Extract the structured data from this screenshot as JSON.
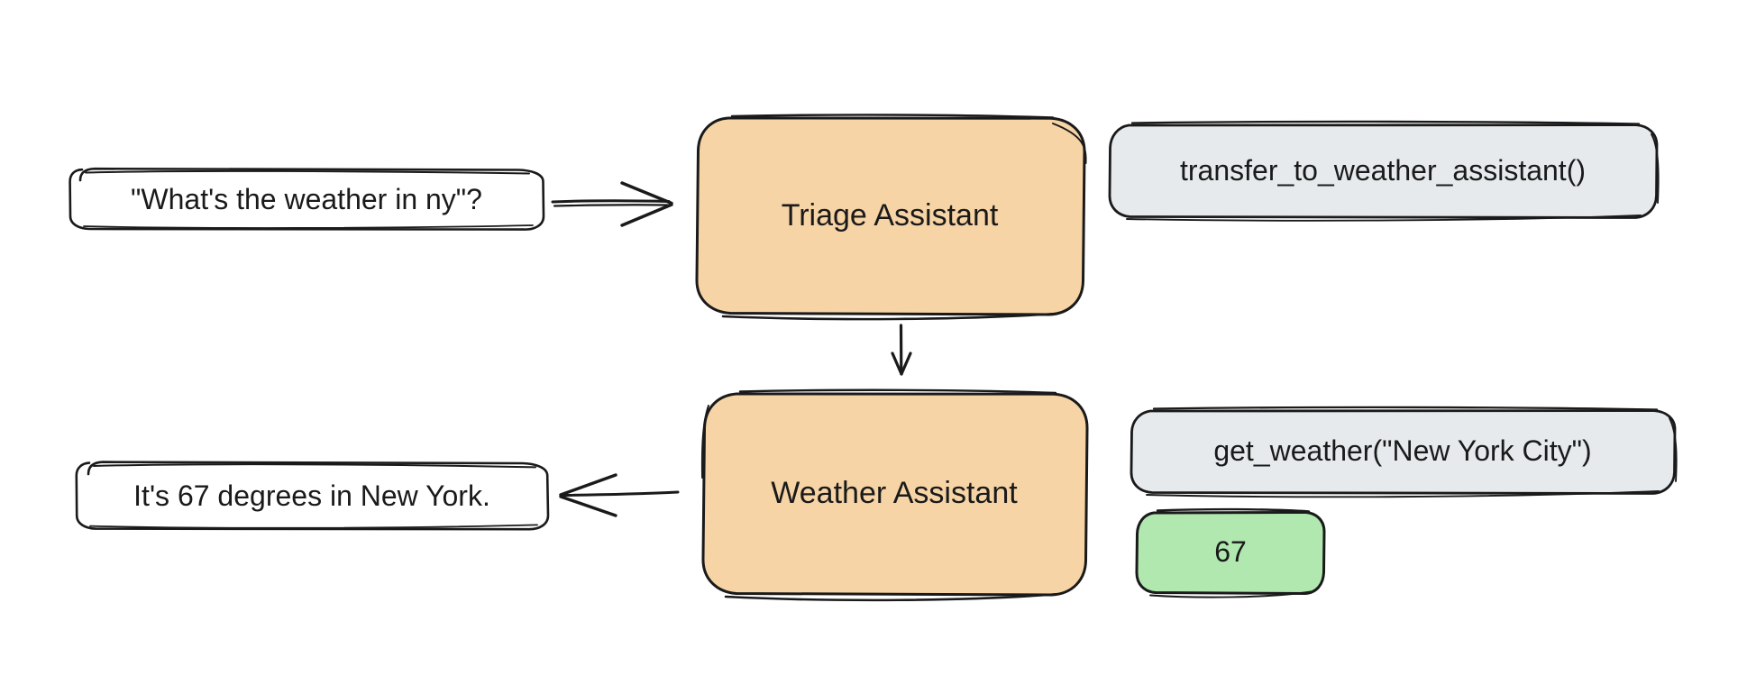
{
  "diagram": {
    "title": "Triage to Weather Assistant handoff flow",
    "background": "#ffffff",
    "stroke_color": "#1a1a1a",
    "palette": {
      "agent_fill": "#f7d4a6",
      "tool_call_fill": "#e6eaec",
      "result_fill": "#b0e8b0",
      "message_fill": "#ffffff",
      "stroke": "#1a1a1a"
    },
    "nodes": [
      {
        "id": "user-query",
        "kind": "message",
        "label": "\"What's the weather in ny\"?",
        "fill": "#ffffff"
      },
      {
        "id": "triage",
        "kind": "agent",
        "label": "Triage Assistant",
        "fill": "#f7d4a6"
      },
      {
        "id": "transfer-call",
        "kind": "tool-call",
        "label": "transfer_to_weather_assistant()",
        "fill": "#e6eaec"
      },
      {
        "id": "weather",
        "kind": "agent",
        "label": "Weather Assistant",
        "fill": "#f7d4a6"
      },
      {
        "id": "getweather-call",
        "kind": "tool-call",
        "label": "get_weather(\"New York City\")",
        "fill": "#e6eaec"
      },
      {
        "id": "weather-result",
        "kind": "tool-result",
        "label": "67",
        "fill": "#b0e8b0"
      },
      {
        "id": "agent-reply",
        "kind": "message",
        "label": "It's 67 degrees in New York.",
        "fill": "#ffffff"
      }
    ],
    "edges": [
      {
        "id": "edge-query-to-triage",
        "from": "user-query",
        "to": "triage",
        "direction": "right",
        "style": "double-line-arrow"
      },
      {
        "id": "edge-triage-to-weather",
        "from": "triage",
        "to": "weather",
        "direction": "down",
        "style": "thin-arrow"
      },
      {
        "id": "edge-weather-to-reply",
        "from": "weather",
        "to": "agent-reply",
        "direction": "left",
        "style": "thin-arrow"
      }
    ]
  }
}
